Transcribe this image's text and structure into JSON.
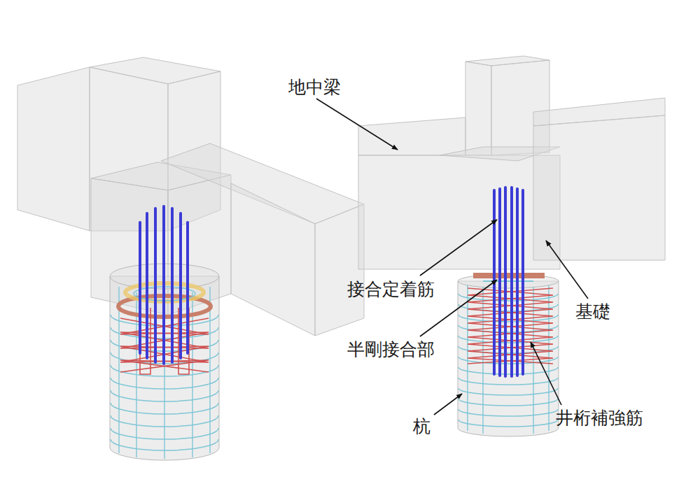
{
  "diagram": {
    "labels": [
      "地中梁",
      "接合定着筋",
      "基礎",
      "半剛接合部",
      "杭",
      "井桁補強筋"
    ]
  }
}
